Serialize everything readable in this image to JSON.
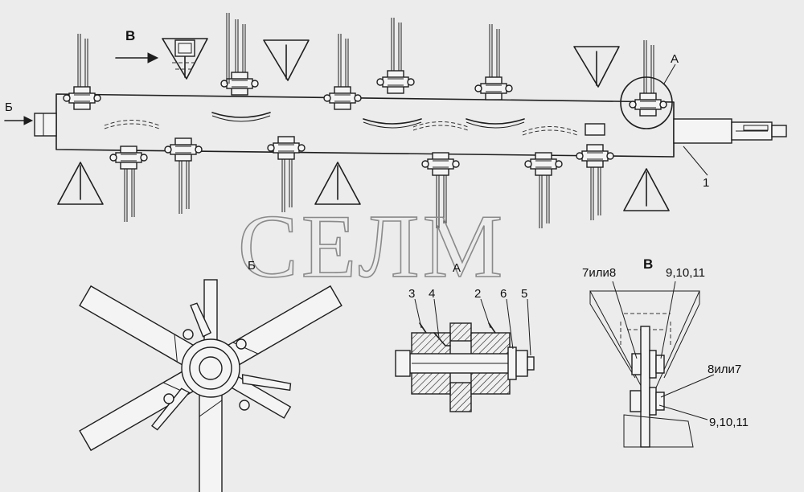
{
  "watermark": "СЕЛМ",
  "view_labels": {
    "view_b_arrow": "Б",
    "view_v_arrow": "В",
    "detail_a_circle": "А",
    "view_b_title": "Б",
    "section_a_title": "А",
    "view_v_title": "В"
  },
  "callouts": {
    "part_1": "1",
    "part_3": "3",
    "part_4": "4",
    "part_2": "2",
    "part_6": "6",
    "part_5": "5",
    "part_7_or_8": "7или8",
    "part_9_10_11_top": "9,10,11",
    "part_8_or_7": "8или7",
    "part_9_10_11_bottom": "9,10,11"
  }
}
